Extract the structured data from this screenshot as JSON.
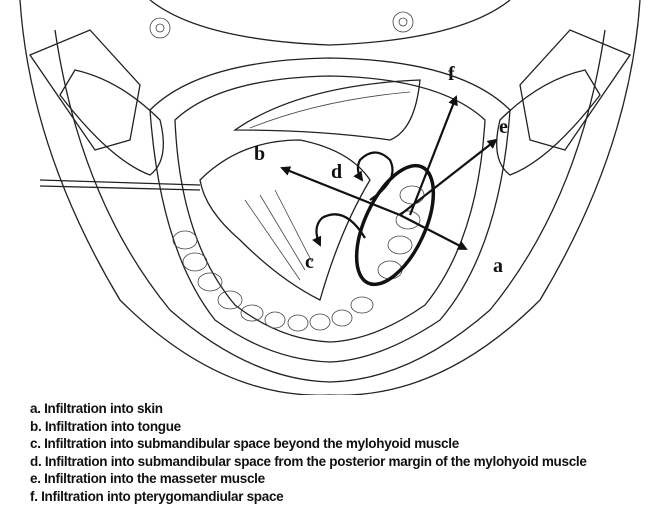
{
  "figure": {
    "labels": {
      "a": "a",
      "b": "b",
      "c": "c",
      "d": "d",
      "e": "e",
      "f": "f"
    }
  },
  "legend": [
    "a. Infiltration into skin",
    "b. Infiltration into tongue",
    "c. Infiltration into submandibular space  beyond the mylohyoid muscle",
    "d. Infiltration into submandibular space from the posterior margin of  the mylohyoid muscle",
    "e. Infiltration into the masseter muscle",
    "f. Infiltration into pterygomandiular space"
  ]
}
